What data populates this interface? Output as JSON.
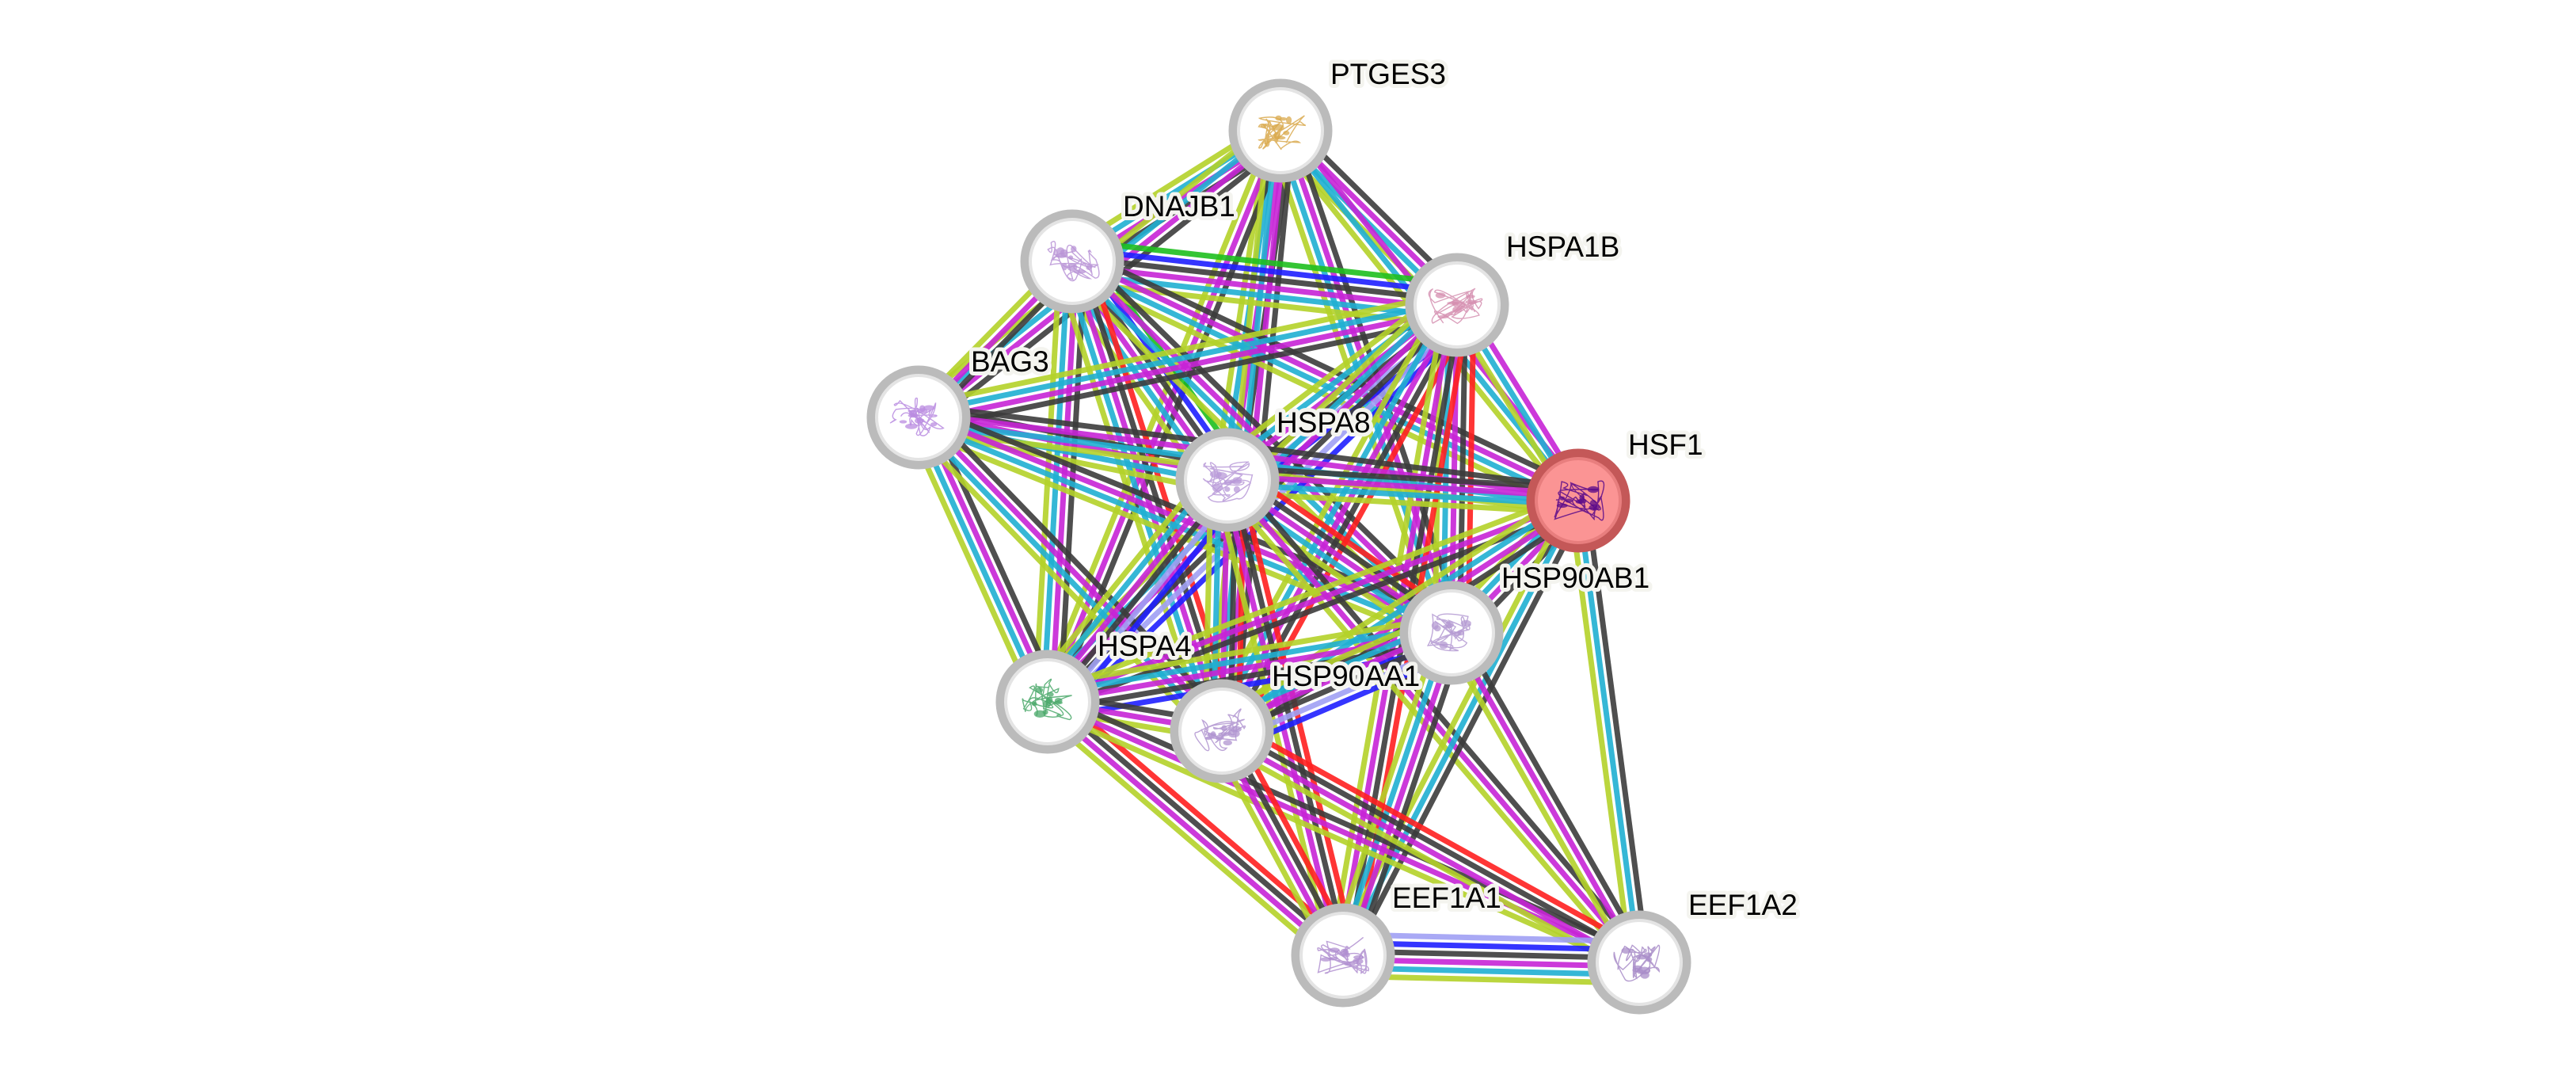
{
  "network": {
    "query_protein": "HSF1",
    "nodes": [
      {
        "id": "PTGES3",
        "label": "PTGES3",
        "query": false,
        "structure_icon": "protein-structure-icon",
        "structure_color": "#d9a94e"
      },
      {
        "id": "DNAJB1",
        "label": "DNAJB1",
        "query": false,
        "structure_icon": "protein-structure-icon",
        "structure_color": "#b893d6"
      },
      {
        "id": "HSPA1B",
        "label": "HSPA1B",
        "query": false,
        "structure_icon": "protein-structure-icon",
        "structure_color": "#d58fb0"
      },
      {
        "id": "BAG3",
        "label": "BAG3",
        "query": false,
        "structure_icon": "protein-structure-icon",
        "structure_color": "#b98be0"
      },
      {
        "id": "HSPA8",
        "label": "HSPA8",
        "query": false,
        "structure_icon": "protein-structure-icon",
        "structure_color": "#b89ad8"
      },
      {
        "id": "HSF1",
        "label": "HSF1",
        "query": true,
        "structure_icon": "protein-structure-icon",
        "structure_color": "#5a0a8a"
      },
      {
        "id": "HSP90AB1",
        "label": "HSP90AB1",
        "query": false,
        "structure_icon": "protein-structure-icon",
        "structure_color": "#b49ad2"
      },
      {
        "id": "HSPA4",
        "label": "HSPA4",
        "query": false,
        "structure_icon": "protein-structure-icon",
        "structure_color": "#4aa86a"
      },
      {
        "id": "HSP90AA1",
        "label": "HSP90AA1",
        "query": false,
        "structure_icon": "protein-structure-icon",
        "structure_color": "#b094d0"
      },
      {
        "id": "EEF1A1",
        "label": "EEF1A1",
        "query": false,
        "structure_icon": "protein-structure-icon",
        "structure_color": "#b08fd0"
      },
      {
        "id": "EEF1A2",
        "label": "EEF1A2",
        "query": false,
        "structure_icon": "protein-structure-icon",
        "structure_color": "#a88cc8"
      }
    ],
    "evidence_colors": {
      "neighborhood": "#1fbf1f",
      "fusion": "#ff2020",
      "cooccurrence": "#2020ff",
      "coexpression": "#3c3c3c",
      "experiments": "#c724d6",
      "databases": "#20b0d2",
      "textmining": "#b4d22a",
      "homology": "#a0a0f4"
    },
    "edges": [
      {
        "source": "PTGES3",
        "target": "DNAJB1",
        "evidence": [
          "coexpression",
          "experiments",
          "databases",
          "textmining"
        ]
      },
      {
        "source": "PTGES3",
        "target": "HSPA1B",
        "evidence": [
          "coexpression",
          "experiments",
          "databases",
          "textmining"
        ]
      },
      {
        "source": "PTGES3",
        "target": "BAG3",
        "evidence": [
          "coexpression",
          "experiments",
          "databases",
          "textmining"
        ]
      },
      {
        "source": "PTGES3",
        "target": "HSPA8",
        "evidence": [
          "coexpression",
          "experiments",
          "databases",
          "textmining"
        ]
      },
      {
        "source": "PTGES3",
        "target": "HSF1",
        "evidence": [
          "experiments",
          "databases",
          "textmining"
        ]
      },
      {
        "source": "PTGES3",
        "target": "HSP90AB1",
        "evidence": [
          "coexpression",
          "experiments",
          "databases",
          "textmining"
        ]
      },
      {
        "source": "PTGES3",
        "target": "HSPA4",
        "evidence": [
          "coexpression",
          "experiments",
          "textmining"
        ]
      },
      {
        "source": "PTGES3",
        "target": "HSP90AA1",
        "evidence": [
          "coexpression",
          "experiments",
          "databases",
          "textmining"
        ]
      },
      {
        "source": "DNAJB1",
        "target": "HSPA1B",
        "evidence": [
          "neighborhood",
          "cooccurrence",
          "coexpression",
          "experiments",
          "databases",
          "textmining"
        ]
      },
      {
        "source": "DNAJB1",
        "target": "BAG3",
        "evidence": [
          "coexpression",
          "experiments",
          "textmining"
        ]
      },
      {
        "source": "DNAJB1",
        "target": "HSPA8",
        "evidence": [
          "neighborhood",
          "cooccurrence",
          "coexpression",
          "experiments",
          "databases",
          "textmining"
        ]
      },
      {
        "source": "DNAJB1",
        "target": "HSF1",
        "evidence": [
          "coexpression",
          "experiments",
          "databases",
          "textmining"
        ]
      },
      {
        "source": "DNAJB1",
        "target": "HSP90AB1",
        "evidence": [
          "coexpression",
          "experiments",
          "databases",
          "textmining"
        ]
      },
      {
        "source": "DNAJB1",
        "target": "HSPA4",
        "evidence": [
          "coexpression",
          "experiments",
          "databases",
          "textmining"
        ]
      },
      {
        "source": "DNAJB1",
        "target": "HSP90AA1",
        "evidence": [
          "fusion",
          "coexpression",
          "experiments",
          "databases",
          "textmining"
        ]
      },
      {
        "source": "HSPA1B",
        "target": "BAG3",
        "evidence": [
          "coexpression",
          "experiments",
          "databases",
          "textmining"
        ]
      },
      {
        "source": "HSPA1B",
        "target": "HSPA8",
        "evidence": [
          "cooccurrence",
          "homology",
          "coexpression",
          "experiments",
          "databases",
          "textmining"
        ]
      },
      {
        "source": "HSPA1B",
        "target": "HSF1",
        "evidence": [
          "experiments",
          "databases",
          "textmining"
        ]
      },
      {
        "source": "HSPA1B",
        "target": "HSP90AB1",
        "evidence": [
          "fusion",
          "coexpression",
          "experiments",
          "databases",
          "textmining"
        ]
      },
      {
        "source": "HSPA1B",
        "target": "HSPA4",
        "evidence": [
          "cooccurrence",
          "homology",
          "coexpression",
          "experiments",
          "databases",
          "textmining"
        ]
      },
      {
        "source": "HSPA1B",
        "target": "HSP90AA1",
        "evidence": [
          "fusion",
          "coexpression",
          "experiments",
          "databases",
          "textmining"
        ]
      },
      {
        "source": "HSPA1B",
        "target": "EEF1A1",
        "evidence": [
          "fusion",
          "coexpression",
          "experiments",
          "textmining"
        ]
      },
      {
        "source": "BAG3",
        "target": "HSPA8",
        "evidence": [
          "coexpression",
          "experiments",
          "databases",
          "textmining"
        ]
      },
      {
        "source": "BAG3",
        "target": "HSF1",
        "evidence": [
          "coexpression",
          "experiments",
          "databases",
          "textmining"
        ]
      },
      {
        "source": "BAG3",
        "target": "HSP90AB1",
        "evidence": [
          "coexpression",
          "experiments",
          "databases",
          "textmining"
        ]
      },
      {
        "source": "BAG3",
        "target": "HSPA4",
        "evidence": [
          "coexpression",
          "experiments",
          "databases",
          "textmining"
        ]
      },
      {
        "source": "BAG3",
        "target": "HSP90AA1",
        "evidence": [
          "coexpression",
          "experiments",
          "databases",
          "textmining"
        ]
      },
      {
        "source": "HSPA8",
        "target": "HSF1",
        "evidence": [
          "coexpression",
          "experiments",
          "databases",
          "textmining"
        ]
      },
      {
        "source": "HSPA8",
        "target": "HSP90AB1",
        "evidence": [
          "fusion",
          "coexpression",
          "experiments",
          "databases",
          "textmining"
        ]
      },
      {
        "source": "HSPA8",
        "target": "HSPA4",
        "evidence": [
          "cooccurrence",
          "homology",
          "coexpression",
          "experiments",
          "databases",
          "textmining"
        ]
      },
      {
        "source": "HSPA8",
        "target": "HSP90AA1",
        "evidence": [
          "fusion",
          "coexpression",
          "experiments",
          "databases",
          "textmining"
        ]
      },
      {
        "source": "HSPA8",
        "target": "EEF1A1",
        "evidence": [
          "fusion",
          "coexpression",
          "experiments",
          "textmining"
        ]
      },
      {
        "source": "HSPA8",
        "target": "EEF1A2",
        "evidence": [
          "coexpression",
          "experiments",
          "textmining"
        ]
      },
      {
        "source": "HSF1",
        "target": "HSP90AB1",
        "evidence": [
          "coexpression",
          "experiments",
          "databases",
          "textmining"
        ]
      },
      {
        "source": "HSF1",
        "target": "HSPA4",
        "evidence": [
          "coexpression",
          "experiments",
          "textmining"
        ]
      },
      {
        "source": "HSF1",
        "target": "HSP90AA1",
        "evidence": [
          "coexpression",
          "experiments",
          "databases",
          "textmining"
        ]
      },
      {
        "source": "HSF1",
        "target": "EEF1A1",
        "evidence": [
          "coexpression",
          "databases",
          "textmining"
        ]
      },
      {
        "source": "HSF1",
        "target": "EEF1A2",
        "evidence": [
          "coexpression",
          "databases",
          "textmining"
        ]
      },
      {
        "source": "HSP90AB1",
        "target": "HSPA4",
        "evidence": [
          "cooccurrence",
          "coexpression",
          "experiments",
          "databases",
          "textmining"
        ]
      },
      {
        "source": "HSP90AB1",
        "target": "HSP90AA1",
        "evidence": [
          "cooccurrence",
          "homology",
          "coexpression",
          "experiments",
          "databases",
          "textmining"
        ]
      },
      {
        "source": "HSP90AB1",
        "target": "EEF1A1",
        "evidence": [
          "coexpression",
          "experiments",
          "databases",
          "textmining"
        ]
      },
      {
        "source": "HSP90AB1",
        "target": "EEF1A2",
        "evidence": [
          "coexpression",
          "experiments",
          "textmining"
        ]
      },
      {
        "source": "HSPA4",
        "target": "HSP90AA1",
        "evidence": [
          "coexpression",
          "experiments",
          "textmining"
        ]
      },
      {
        "source": "HSPA4",
        "target": "EEF1A1",
        "evidence": [
          "fusion",
          "coexpression",
          "experiments",
          "textmining"
        ]
      },
      {
        "source": "HSPA4",
        "target": "EEF1A2",
        "evidence": [
          "coexpression",
          "experiments",
          "textmining"
        ]
      },
      {
        "source": "HSP90AA1",
        "target": "EEF1A1",
        "evidence": [
          "fusion",
          "coexpression",
          "experiments",
          "textmining"
        ]
      },
      {
        "source": "HSP90AA1",
        "target": "EEF1A2",
        "evidence": [
          "fusion",
          "coexpression",
          "experiments",
          "textmining"
        ]
      },
      {
        "source": "EEF1A1",
        "target": "EEF1A2",
        "evidence": [
          "homology",
          "cooccurrence",
          "coexpression",
          "experiments",
          "databases",
          "textmining"
        ]
      }
    ]
  }
}
